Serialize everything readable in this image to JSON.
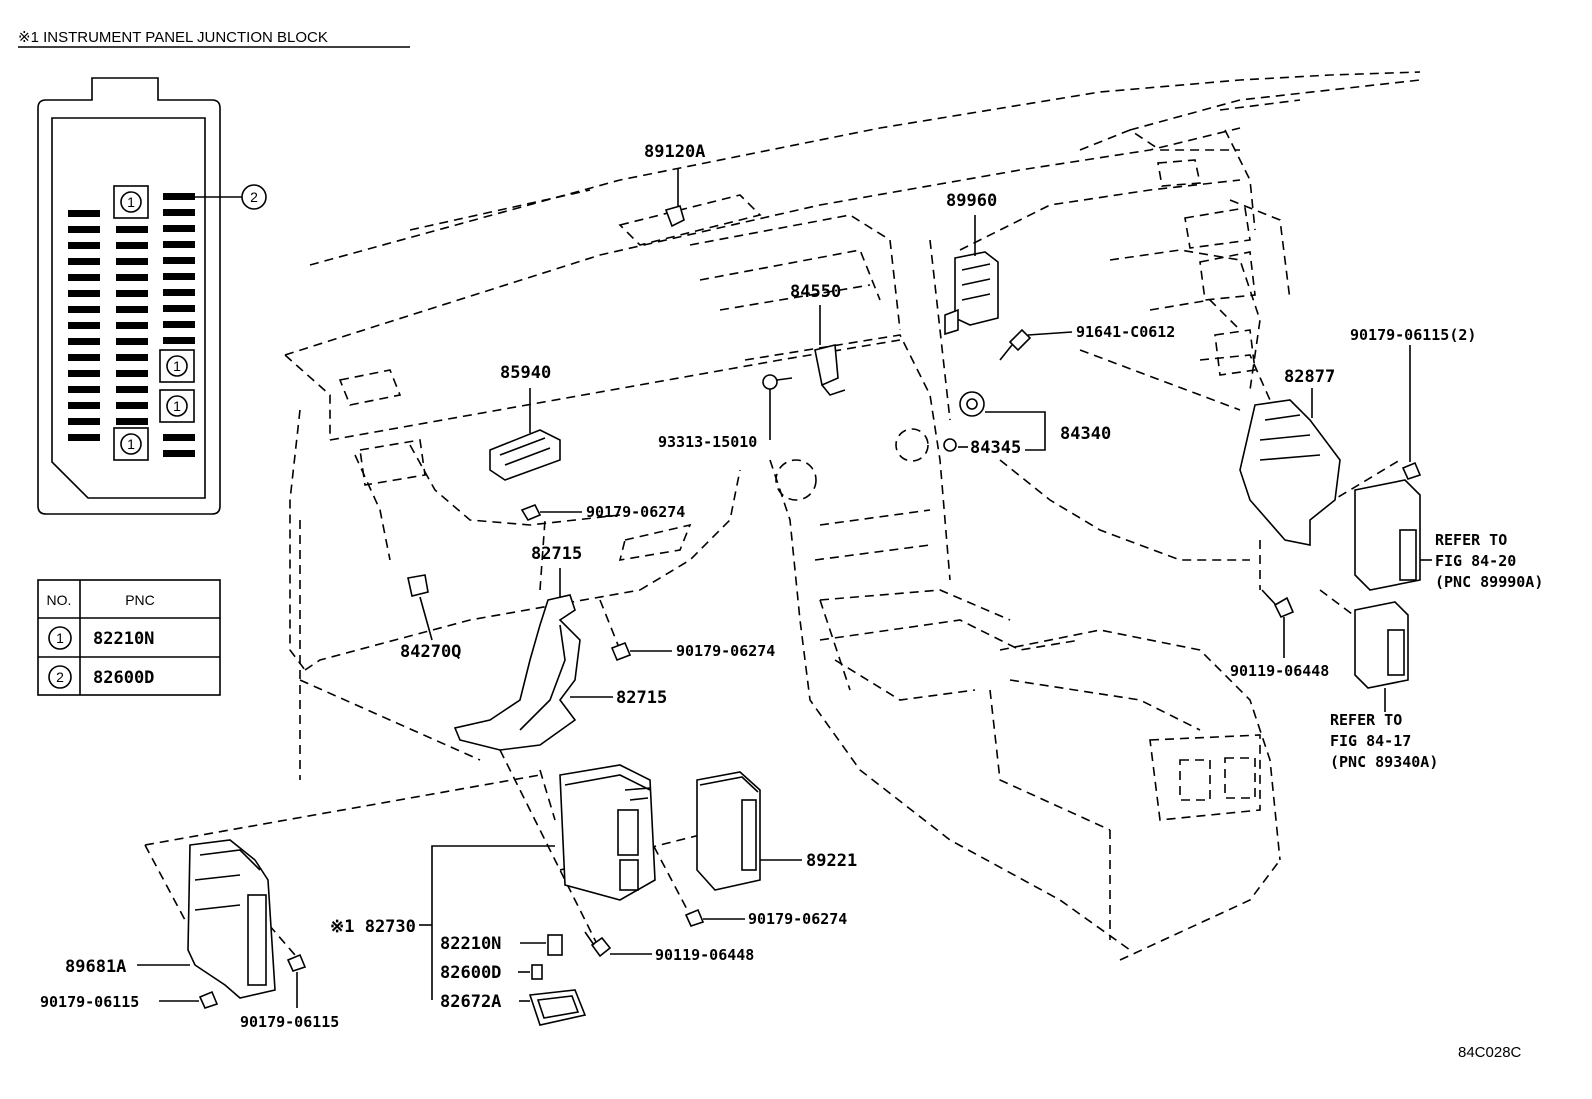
{
  "header": {
    "title": "※1 INSTRUMENT PANEL JUNCTION BLOCK"
  },
  "junction_block": {
    "callout_1": "1",
    "callout_2": "2"
  },
  "pnc_table": {
    "col_no": "NO.",
    "col_pnc": "PNC",
    "rows": [
      {
        "no": "1",
        "pnc": "82210N"
      },
      {
        "no": "2",
        "pnc": "82600D"
      }
    ]
  },
  "parts": {
    "p89120A": "89120A",
    "p89960": "89960",
    "p84550": "84550",
    "p91641": "91641-C0612",
    "p85940": "85940",
    "p93313": "93313-15010",
    "p84345": "84345",
    "p84340": "84340",
    "p90179_06115_2": "90179-06115(2)",
    "p82877": "82877",
    "p90179_06274_a": "90179-06274",
    "p82715_a": "82715",
    "p84270Q": "84270Q",
    "p90179_06274_b": "90179-06274",
    "p82715_b": "82715",
    "p90119_06448_a": "90119-06448",
    "p89221": "89221",
    "p82730": "※1 82730",
    "p82210N": "82210N",
    "p82600D": "82600D",
    "p82672A": "82672A",
    "p90179_06274_c": "90179-06274",
    "p90119_06448_b": "90119-06448",
    "p89681A": "89681A",
    "p90179_06115_a": "90179-06115",
    "p90179_06115_b": "90179-06115"
  },
  "refer_1": {
    "line1": "REFER TO",
    "line2": "FIG 84-20",
    "line3": "(PNC 89990A)"
  },
  "refer_2": {
    "line1": "REFER TO",
    "line2": "FIG 84-17",
    "line3": "(PNC 89340A)"
  },
  "figure_code": "84C028C"
}
